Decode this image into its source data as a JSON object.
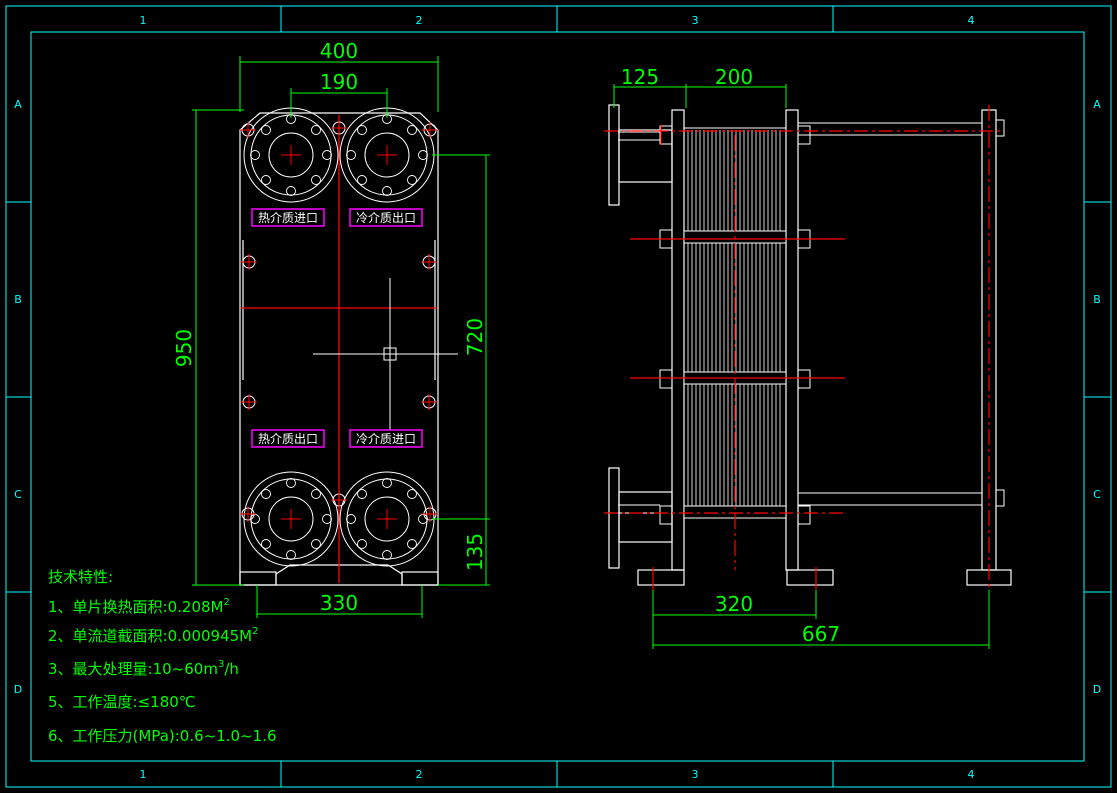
{
  "border": {
    "columns": [
      "1",
      "2",
      "3",
      "4"
    ],
    "rows": [
      "A",
      "B",
      "C",
      "D"
    ]
  },
  "front_view": {
    "dims": {
      "width": "400",
      "port_spacing": "190",
      "height": "950",
      "port_vertical": "720",
      "base_offset": "135",
      "bottom": "330"
    },
    "ports": {
      "hot_in": "热介质进口",
      "cold_out": "冷介质出口",
      "hot_out": "热介质出口",
      "cold_in": "冷介质进口"
    }
  },
  "side_view": {
    "dims": {
      "flange": "125",
      "plate_pack": "200",
      "base_spacing": "320",
      "overall_length": "667"
    }
  },
  "specs": {
    "title": "技术特性:",
    "items": [
      {
        "text": "1、单片换热面积:0.208M",
        "sup": "2",
        "tail": ""
      },
      {
        "text": "2、单流道截面积:0.000945M",
        "sup": "2",
        "tail": ""
      },
      {
        "text": "3、最大处理量:10~60m",
        "sup": "3",
        "tail": "/h"
      },
      {
        "text": "5、工作温度:≤180℃",
        "sup": "",
        "tail": ""
      },
      {
        "text": "6、工作压力(MPa):0.6~1.0~1.6",
        "sup": "",
        "tail": ""
      }
    ]
  },
  "colors": {
    "background": "#000000",
    "line": "#ffffff",
    "dimension": "#00ff00",
    "centerline": "#ff0000",
    "frame": "#00ffff",
    "label_box": "#ff00ff"
  }
}
